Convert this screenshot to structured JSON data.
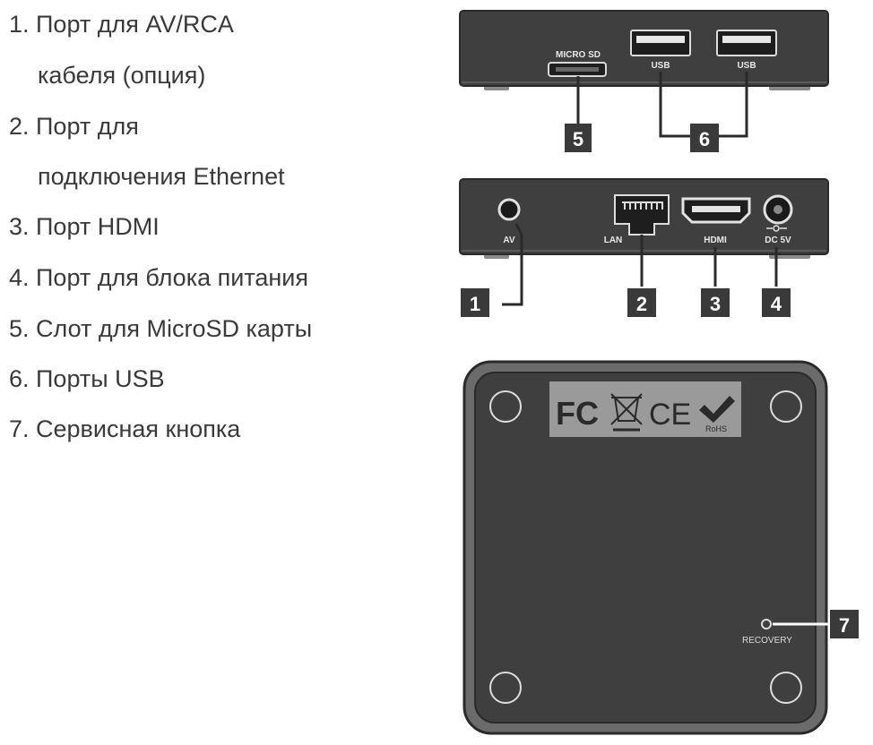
{
  "legend": {
    "items": [
      {
        "line1": "1. Порт для AV/RCA",
        "line2": "кабеля (опция)"
      },
      {
        "line1": "2. Порт для",
        "line2": "подключения Ethernet"
      },
      {
        "line1": "3. Порт HDMI"
      },
      {
        "line1": "4. Порт для блока питания"
      },
      {
        "line1": "5. Слот для MicroSD карты"
      },
      {
        "line1": "6. Порты USB"
      },
      {
        "line1": "7. Сервисная кнопка"
      }
    ]
  },
  "device": {
    "side_panel": {
      "micro_sd_label": "MICRO SD",
      "usb_left_label": "USB",
      "usb_right_label": "USB"
    },
    "rear_panel": {
      "av_label": "AV",
      "lan_label": "LAN",
      "hdmi_label": "HDMI",
      "dc_label": "DC 5V"
    },
    "bottom_panel": {
      "recovery_label": "RECOVERY",
      "cert_fc": "FC",
      "cert_ce": "CE",
      "cert_rohs": "RoHS"
    }
  },
  "callouts": {
    "c1": "1",
    "c2": "2",
    "c3": "3",
    "c4": "4",
    "c5": "5",
    "c6": "6",
    "c7": "7"
  },
  "colors": {
    "device_body": "#3f3f3f",
    "device_edge": "#6b6b6b",
    "callout_bg": "#3a3a3a",
    "callout_text": "#ffffff",
    "legend_text": "#3a3a3a"
  }
}
